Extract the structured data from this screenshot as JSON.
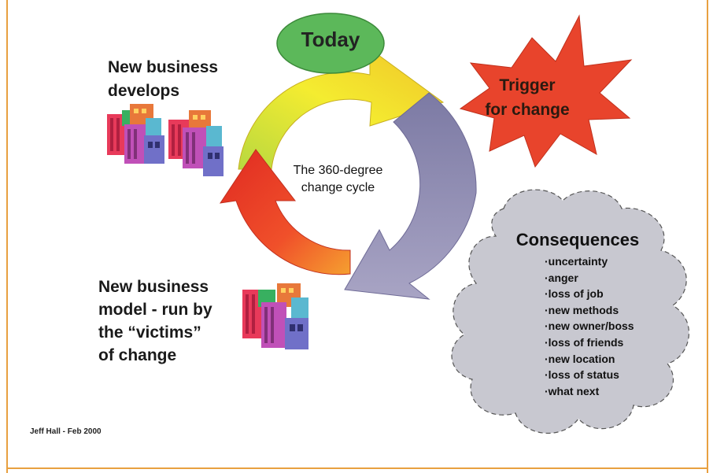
{
  "slide": {
    "left_top_label_lines": [
      "New business",
      "develops"
    ],
    "left_bottom_label_lines": [
      "New business",
      "model - run by",
      "the “victims”",
      "of change"
    ],
    "center_label_lines": [
      "The 360-degree",
      "change cycle"
    ],
    "today_label": "Today",
    "trigger_label_lines": [
      "Trigger",
      "for change"
    ],
    "consequences": {
      "title": "Consequences",
      "items": [
        "·uncertainty",
        "·anger",
        "·loss of job",
        "·new methods",
        "·new owner/boss",
        "·loss of friends",
        "·new location",
        "·loss of status",
        "·what next"
      ]
    },
    "credit": "Jeff Hall - Feb 2000"
  },
  "icons": {
    "cycle_arrows": "circular-arrows-icon",
    "today_ellipse": "ellipse-shape",
    "trigger_burst": "starburst-shape",
    "consequences_cloud": "cloud-shape",
    "buildings": "office-buildings-icon"
  },
  "colors": {
    "frame": "#e8a040",
    "arrow_yellow": "#f2e42a",
    "arrow_red": "#e8402a",
    "arrow_purple": "#9490b4",
    "today_fill": "#5cb85a",
    "trigger_fill": "#e8442c",
    "cloud_fill": "#c8c8d0"
  }
}
